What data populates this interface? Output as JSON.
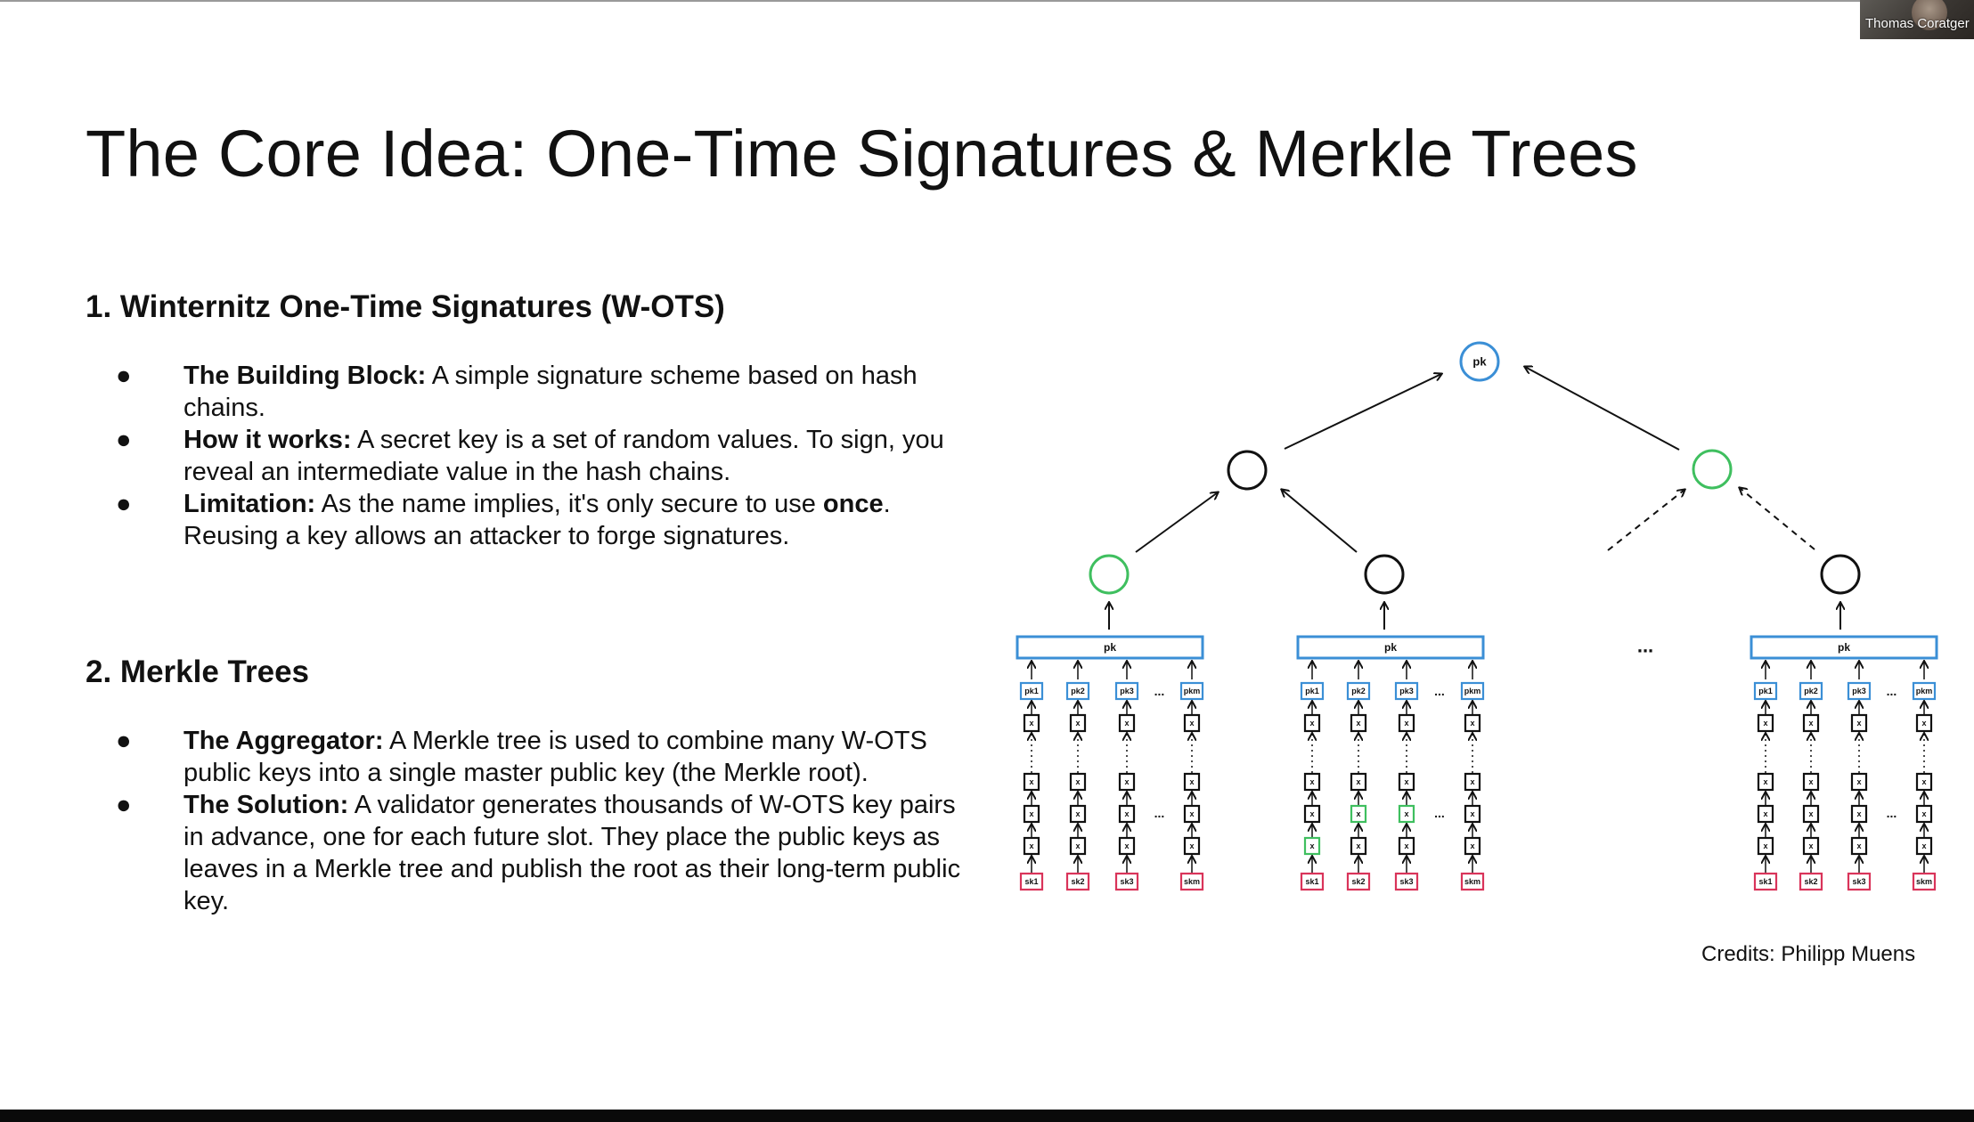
{
  "presenter": {
    "name": "Thomas Coratger"
  },
  "slide": {
    "title": "The Core Idea: One-Time Signatures & Merkle Trees",
    "sections": [
      {
        "heading": "1. Winternitz One-Time Signatures (W-OTS)",
        "bullets": [
          {
            "label": "The Building Block:",
            "text": " A simple signature scheme based on hash chains."
          },
          {
            "label": "How it works:",
            "text": " A secret key is a set of random values. To sign, you reveal an intermediate value in the hash chains."
          },
          {
            "label": "Limitation:",
            "text_before": " As the name implies, it's only secure to use ",
            "emphasis": "once",
            "text_after": ". Reusing a key allows an attacker to forge signatures."
          }
        ]
      },
      {
        "heading": "2. Merkle Trees",
        "bullets": [
          {
            "label": "The Aggregator:",
            "text": " A Merkle tree is used to combine many W-OTS public keys into a single master public key (the Merkle root)."
          },
          {
            "label": "The Solution:",
            "text": " A validator generates thousands of W-OTS key pairs in advance, one for each future slot. They place the public keys as leaves in a Merkle tree and publish the root as their long-term public key."
          }
        ]
      }
    ],
    "credits": "Credits: Philipp Muens"
  },
  "diagram": {
    "root_label": "pk",
    "leaf_pk_label": "pk",
    "chain_top_labels": [
      "pk1",
      "pk2",
      "pk3",
      "pkm"
    ],
    "chain_node_label": "x",
    "chain_bottom_labels": [
      "sk1",
      "sk2",
      "sk3",
      "skm"
    ],
    "ellipsis": "...",
    "colors": {
      "blue": "#3b8fd6",
      "green": "#3fbf5f",
      "red": "#d9345a",
      "black": "#111111"
    }
  }
}
